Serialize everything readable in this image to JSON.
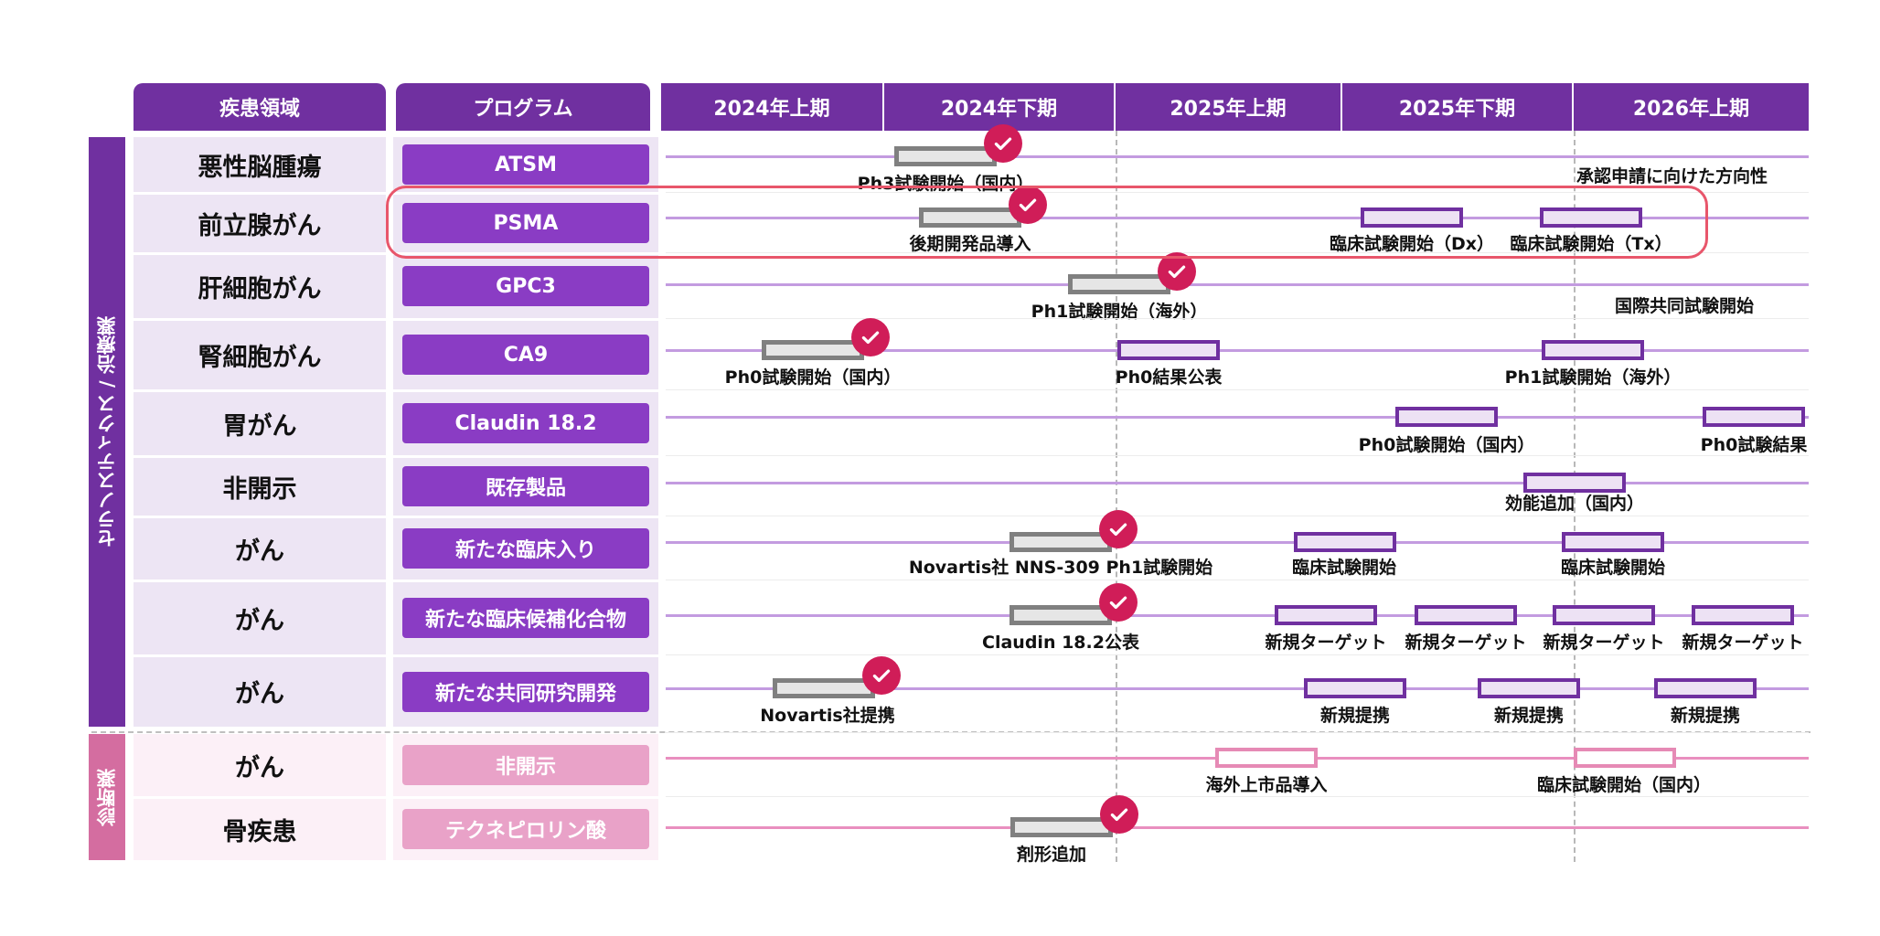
{
  "header": {
    "disease_area": "疾患領域",
    "program": "プログラム",
    "periods": [
      "2024年上期",
      "2024年下期",
      "2025年上期",
      "2025年下期",
      "2026年上期"
    ]
  },
  "groups": {
    "therapeutics": "セラノスティクス / 治療薬",
    "diagnostics": "診断薬"
  },
  "colors": {
    "primary_purple": "#7030a0",
    "program_purple": "#8a3cc4",
    "diag_pink": "#e9a2c8",
    "check_red": "#d01d58",
    "highlight_red": "#e8566b"
  },
  "rows": [
    {
      "disease": "悪性脳腫瘍",
      "program": "ATSM",
      "group": "therapeutics",
      "milestones": [
        {
          "period": "2024年下期",
          "status": "done",
          "label": "Ph3試験開始（国内）"
        }
      ],
      "note": "承認申請に向けた方向性"
    },
    {
      "disease": "前立腺がん",
      "program": "PSMA",
      "group": "therapeutics",
      "highlighted": true,
      "milestones": [
        {
          "period": "2024年下期",
          "status": "done",
          "label": "後期開発品導入"
        },
        {
          "period": "2025年下期",
          "status": "planned",
          "label": "臨床試験開始（Dx）"
        },
        {
          "period": "2025年下期",
          "status": "planned",
          "label": "臨床試験開始（Tx）"
        }
      ]
    },
    {
      "disease": "肝細胞がん",
      "program": "GPC3",
      "group": "therapeutics",
      "milestones": [
        {
          "period": "2024年下期",
          "status": "done",
          "label": "Ph1試験開始（海外）"
        }
      ],
      "note": "国際共同試験開始"
    },
    {
      "disease": "腎細胞がん",
      "program": "CA9",
      "group": "therapeutics",
      "milestones": [
        {
          "period": "2024年上期",
          "status": "done",
          "label": "Ph0試験開始（国内）"
        },
        {
          "period": "2025年上期",
          "status": "planned",
          "label": "Ph0結果公表"
        },
        {
          "period": "2025年下期",
          "status": "planned",
          "label": "Ph1試験開始（海外）"
        }
      ]
    },
    {
      "disease": "胃がん",
      "program": "Claudin 18.2",
      "group": "therapeutics",
      "milestones": [
        {
          "period": "2025年下期",
          "status": "planned",
          "label": "Ph0試験開始（国内）"
        },
        {
          "period": "2026年上期",
          "status": "planned",
          "label": "Ph0試験結果"
        }
      ]
    },
    {
      "disease": "非開示",
      "program": "既存製品",
      "group": "therapeutics",
      "milestones": [
        {
          "period": "2025年下期",
          "status": "planned",
          "label": "効能追加（国内）"
        }
      ]
    },
    {
      "disease": "がん",
      "program": "新たな臨床入り",
      "group": "therapeutics",
      "milestones": [
        {
          "period": "2024年下期",
          "status": "done",
          "label": "Novartis社 NNS-309 Ph1試験開始"
        },
        {
          "period": "2025年上期",
          "status": "planned",
          "label": "臨床試験開始"
        },
        {
          "period": "2025年下期",
          "status": "planned",
          "label": "臨床試験開始"
        }
      ]
    },
    {
      "disease": "がん",
      "program": "新たな臨床候補化合物",
      "group": "therapeutics",
      "milestones": [
        {
          "period": "2024年下期",
          "status": "done",
          "label": "Claudin 18.2公表"
        },
        {
          "period": "2025年上期",
          "status": "planned",
          "label": "新規ターゲット"
        },
        {
          "period": "2025年下期",
          "status": "planned",
          "label": "新規ターゲット"
        },
        {
          "period": "2025年下期",
          "status": "planned",
          "label": "新規ターゲット"
        },
        {
          "period": "2026年上期",
          "status": "planned",
          "label": "新規ターゲット"
        }
      ]
    },
    {
      "disease": "がん",
      "program": "新たな共同研究開発",
      "group": "therapeutics",
      "milestones": [
        {
          "period": "2024年上期",
          "status": "done",
          "label": "Novartis社提携"
        },
        {
          "period": "2025年上期",
          "status": "planned",
          "label": "新規提携"
        },
        {
          "period": "2025年下期",
          "status": "planned",
          "label": "新規提携"
        },
        {
          "period": "2026年上期",
          "status": "planned",
          "label": "新規提携"
        }
      ]
    },
    {
      "disease": "がん",
      "program": "非開示",
      "group": "diagnostics",
      "milestones": [
        {
          "period": "2025年上期",
          "status": "planned",
          "label": "海外上市品導入"
        },
        {
          "period": "2026年上期",
          "status": "planned",
          "label": "臨床試験開始（国内）"
        }
      ]
    },
    {
      "disease": "骨疾患",
      "program": "テクネピロリン酸",
      "group": "diagnostics",
      "milestones": [
        {
          "period": "2024年下期",
          "status": "done",
          "label": "剤形追加"
        }
      ]
    }
  ]
}
